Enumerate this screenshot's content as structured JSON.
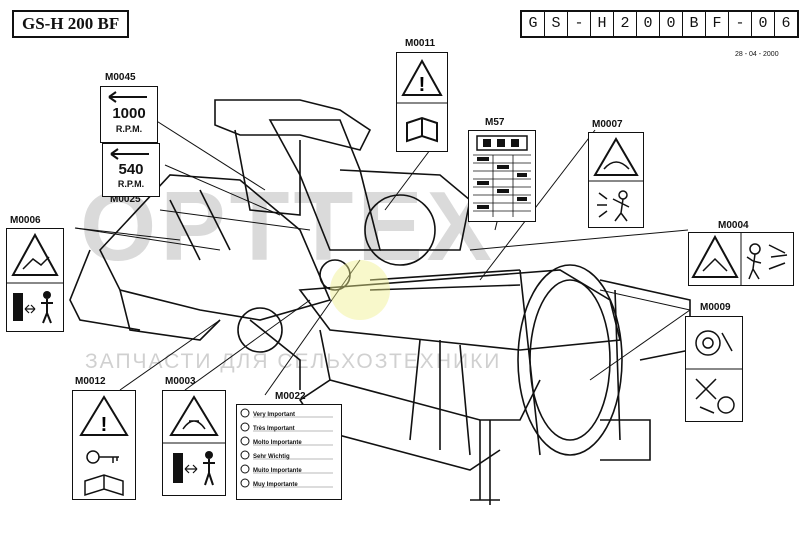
{
  "header": {
    "title": "GS-H 200 BF",
    "code_chars": [
      "G",
      "S",
      "-",
      "H",
      "2",
      "0",
      "0",
      "B",
      "F",
      "-",
      "0",
      "6"
    ],
    "date": "28 - 04 - 2000"
  },
  "labels": {
    "m0011": "M0011",
    "m0045": "M0045",
    "m57": "M57",
    "m0007": "M0007",
    "m0025": "M0025",
    "m0006": "M0006",
    "m0004": "M0004",
    "m0009": "M0009",
    "m0012": "M0012",
    "m0003": "M0003",
    "m0022": "M0022"
  },
  "rpm_1000": {
    "value": "1000",
    "unit": "R.P.M."
  },
  "rpm_540": {
    "value": "540",
    "unit": "R.P.M."
  },
  "m0022_lines": [
    "Very Important",
    "Très Important",
    "Molto Importante",
    "Sehr Wichtig",
    "Muito Importante",
    "Muy Importante"
  ],
  "watermark": {
    "brand": "OPTTEX",
    "subtitle": "ЗАПЧАСТИ ДЛЯ СЕЛЬХОЗТЕХНИКИ"
  }
}
